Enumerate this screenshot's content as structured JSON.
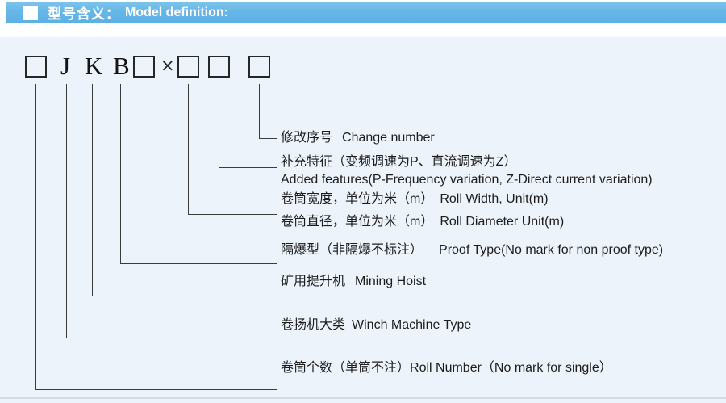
{
  "colors": {
    "header_blue": "#66b7e7",
    "panel_background": "#edf3fb",
    "connector_line": "#3c3c3c",
    "text": "#1d1d1d"
  },
  "header": {
    "title_zh": "型号含义：",
    "title_en": "Model definition:"
  },
  "model_code": {
    "letter_1": "J",
    "letter_2": "K",
    "letter_3": "B",
    "multiply_sign": "×"
  },
  "labels": [
    {
      "id": "roll-number",
      "zh": "卷筒个数（单筒不注）",
      "en": "Roll Number（No mark for single）"
    },
    {
      "id": "winch-type",
      "zh": "卷扬机大类",
      "en": "Winch Machine Type"
    },
    {
      "id": "mining-hoist",
      "zh": "矿用提升机",
      "en": "Mining Hoist"
    },
    {
      "id": "proof-type",
      "zh": "隔爆型（非隔爆不标注）",
      "en": "Proof Type(No mark for non proof type)"
    },
    {
      "id": "roll-diameter",
      "zh": "卷筒直径，单位为米（m）",
      "en": "Roll Diameter Unit(m)"
    },
    {
      "id": "roll-width",
      "zh": "卷筒宽度，单位为米（m）",
      "en": "Roll Width, Unit(m)"
    },
    {
      "id": "added-features",
      "zh": "补充特征（变频调速为P、直流调速为Z）",
      "en": "Added features(P-Frequency variation, Z-Direct current variation)"
    },
    {
      "id": "change-number",
      "zh": "修改序号",
      "en": "Change number"
    }
  ]
}
